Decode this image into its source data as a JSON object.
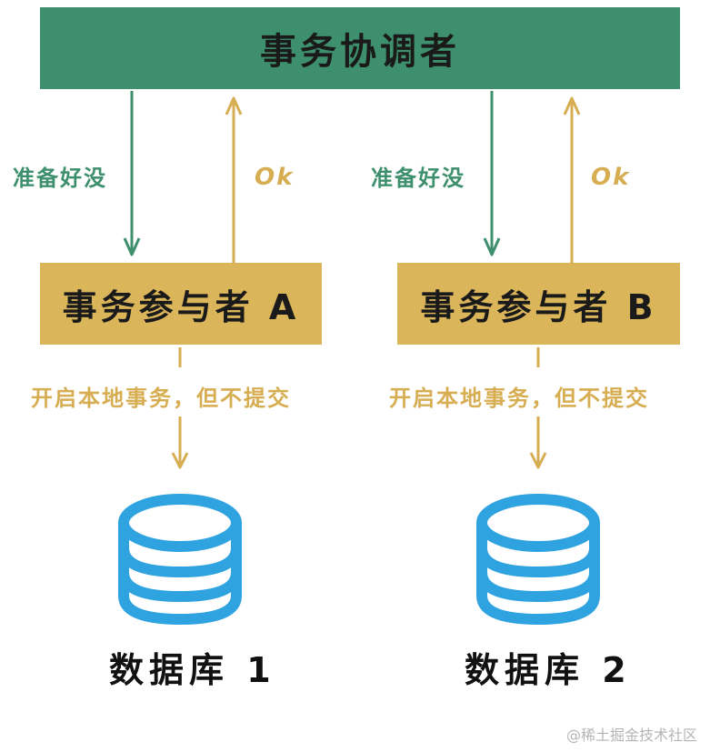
{
  "coordinator": {
    "label": "事务协调者"
  },
  "participants": [
    {
      "label": "事务参与者 A",
      "request_label": "准备好没",
      "response_label": "Ok",
      "action_label": "开启本地事务，但不提交",
      "database_label": "数据库 1"
    },
    {
      "label": "事务参与者 B",
      "request_label": "准备好没",
      "response_label": "Ok",
      "action_label": "开启本地事务，但不提交",
      "database_label": "数据库 2"
    }
  ],
  "watermark": "@稀土掘金技术社区",
  "colors": {
    "coordinator_fill": "#3e8f6e",
    "participant_fill": "#dab559",
    "request_arrow": "#3e8f6e",
    "response_arrow": "#d7ad52",
    "database": "#2fa3e0"
  },
  "icons": {
    "database": "database-icon"
  }
}
